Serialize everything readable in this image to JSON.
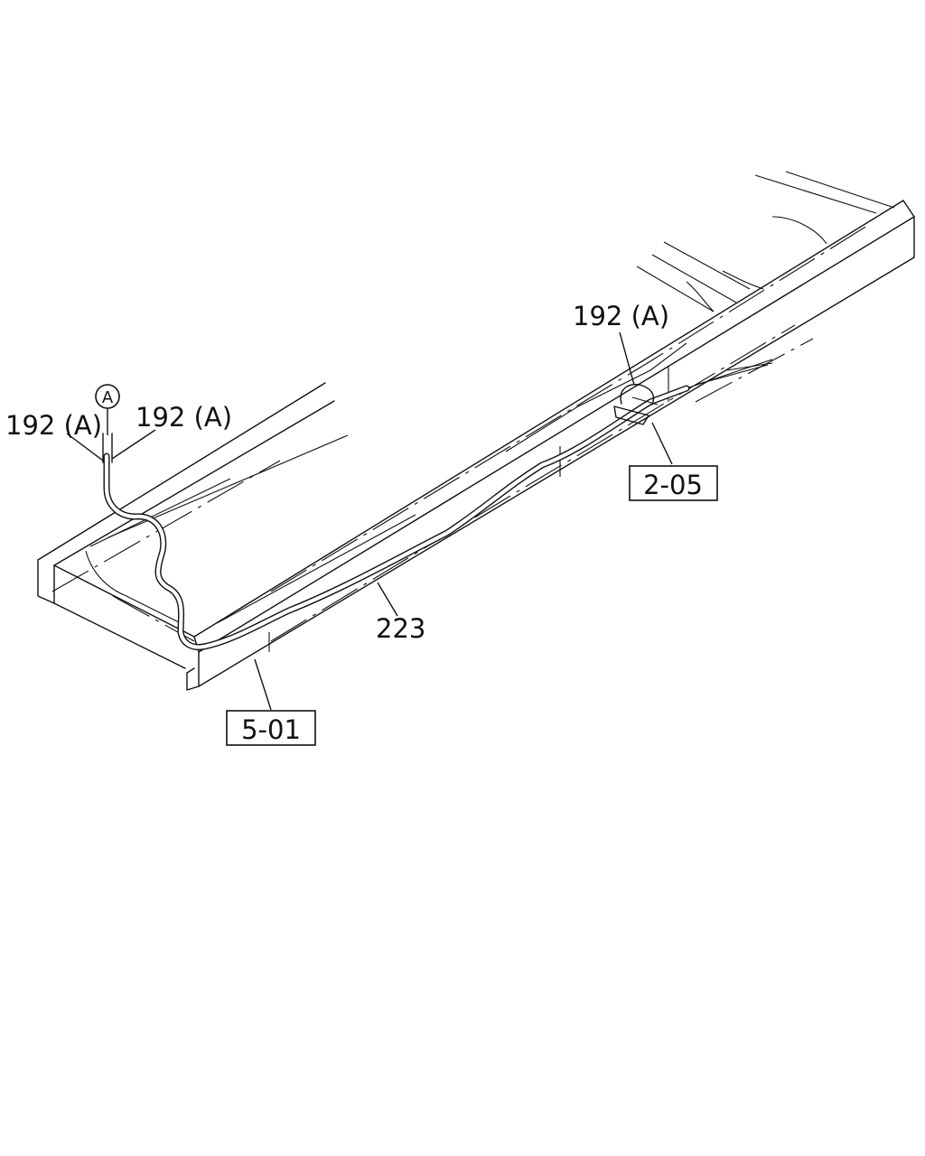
{
  "labels": {
    "part_192a_top": "192 (A)",
    "part_192a_left": "192 (A)",
    "part_192a_mid": "192 (A)",
    "connector_a": "A",
    "part_223": "223",
    "ref_2_05": "2-05",
    "ref_5_01": "5-01"
  }
}
